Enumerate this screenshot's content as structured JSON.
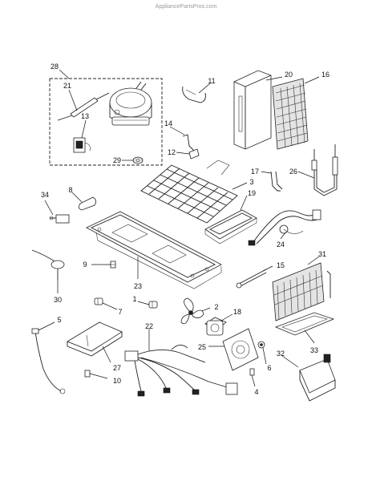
{
  "watermark": "AppliancePartsPros.com",
  "callouts": [
    "28",
    "21",
    "13",
    "29",
    "20",
    "16",
    "11",
    "14",
    "12",
    "34",
    "8",
    "17",
    "26",
    "3",
    "19",
    "24",
    "9",
    "23",
    "15",
    "31",
    "30",
    "1",
    "7",
    "2",
    "18",
    "5",
    "22",
    "25",
    "6",
    "4",
    "27",
    "10",
    "32",
    "33"
  ],
  "colors": {
    "line": "#222222",
    "background": "#ffffff",
    "watermark": "#9a9a9a",
    "shade": "#e4e4e4"
  }
}
